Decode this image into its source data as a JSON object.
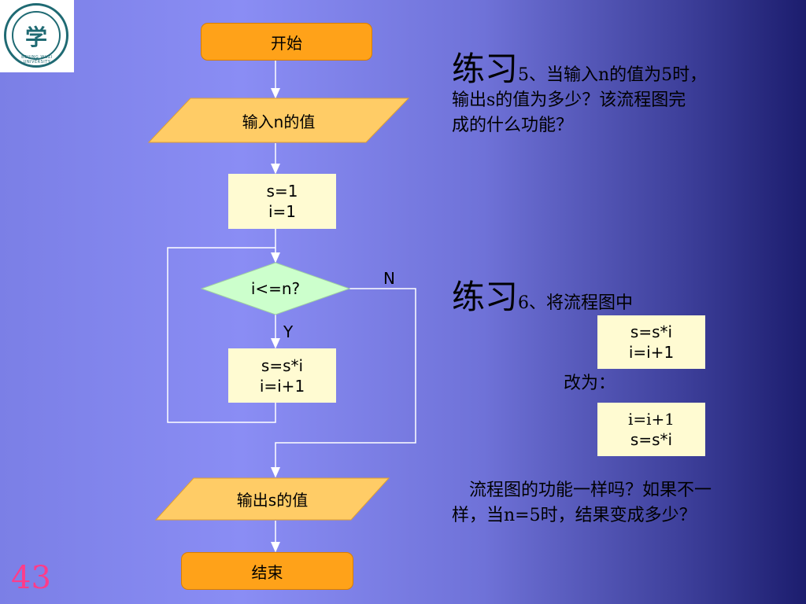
{
  "logo": {
    "glyph": "学",
    "caption": "BEIJING WUZI UNIVERSITY"
  },
  "flowchart": {
    "start": "开始",
    "input": "输入n的值",
    "init": [
      "s=1",
      "i=1"
    ],
    "condition": "i<=n?",
    "no_label": "N",
    "yes_label": "Y",
    "body": [
      "s=s*i",
      "i=i+1"
    ],
    "output": "输出s的值",
    "end": "结束"
  },
  "exercise5": {
    "heading": "练习",
    "text_line1": "5、当输入n的值为5时，",
    "text_line2": "输出s的值为多少？该流程图完",
    "text_line3": "成的什么功能？"
  },
  "exercise6": {
    "heading": "练习",
    "text_line1": "6、将流程图中",
    "box_a": [
      "s=s*i",
      "i=i+1"
    ],
    "change_to": "改为：",
    "box_b": [
      "i=i+1",
      "s=s*i"
    ],
    "question_line1": "流程图的功能一样吗？如果不一",
    "question_line2": "样，当n=5时，结果变成多少？"
  },
  "page_number": "43",
  "colors": {
    "terminal": "#ffa219",
    "io": "#ffcc66",
    "process": "#fffbd2",
    "decision": "#ccffcc",
    "page_number": "#ff3c8a"
  }
}
